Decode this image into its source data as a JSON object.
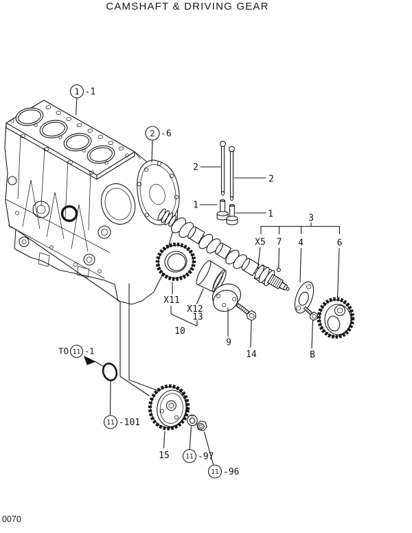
{
  "title": "CAMSHAFT & DRIVING GEAR",
  "page_code": "0070",
  "colors": {
    "ink": "#161616",
    "paper": "#ffffff"
  },
  "callouts": {
    "block": {
      "circle": "1",
      "suffix": "-1"
    },
    "timing_plate": {
      "circle": "2",
      "suffix": "-6"
    },
    "pushrod_left": {
      "label": "2"
    },
    "pushrod_right": {
      "label": "2"
    },
    "tappet_left": {
      "label": "1"
    },
    "tappet_right": {
      "label": "1"
    },
    "group3": {
      "label": "3",
      "sub": {
        "x5": "X5",
        "s7": "7",
        "s4": "4",
        "s6": "6"
      }
    },
    "cam_gear": {
      "label": "X11"
    },
    "bushing": {
      "label": "X12"
    },
    "bushing_alt": {
      "label": "13"
    },
    "group10": {
      "label": "10"
    },
    "thrust_plate": {
      "label": "9"
    },
    "bolt14": {
      "label": "14"
    },
    "boltB": {
      "label": "B"
    },
    "to_ref": {
      "prefix": "TO",
      "circle": "11",
      "suffix": "-1"
    },
    "oring": {
      "circle": "11",
      "suffix": "-101"
    },
    "idler_gear": {
      "label": "15"
    },
    "washer": {
      "circle": "11",
      "suffix": "-97"
    },
    "nut": {
      "circle": "11",
      "suffix": "-96"
    }
  }
}
